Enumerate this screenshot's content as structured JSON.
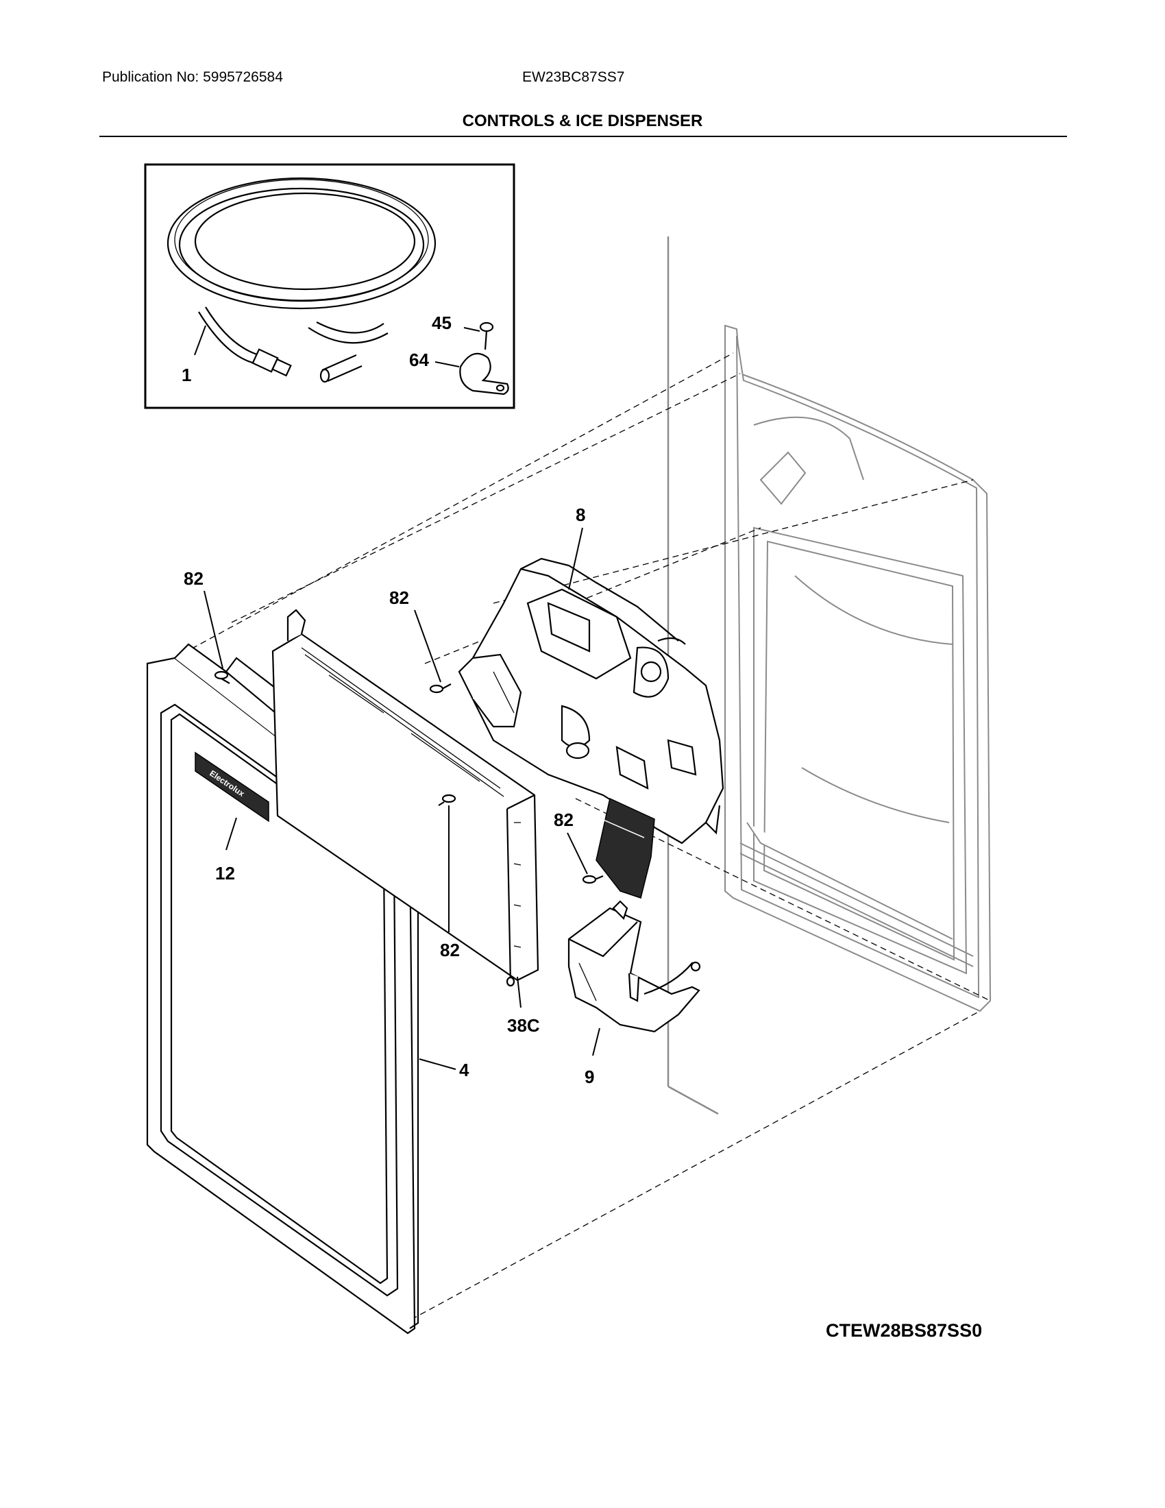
{
  "header": {
    "publication": "Publication No: 5995726584",
    "model": "EW23BC87SS7",
    "title": "CONTROLS & ICE DISPENSER"
  },
  "callouts": {
    "tubing": "1",
    "screw_inset": "45",
    "clamp": "64",
    "actuator_housing": "8",
    "screw_left": "82",
    "screw_mid": "82",
    "screw_right": "82",
    "screw_board": "82",
    "bezel_frame": "4",
    "logo_badge": "12",
    "control_board": "38C",
    "chute_funnel": "9"
  },
  "logo_text": "Electrolux",
  "diagram_code": "CTEW28BS87SS0"
}
